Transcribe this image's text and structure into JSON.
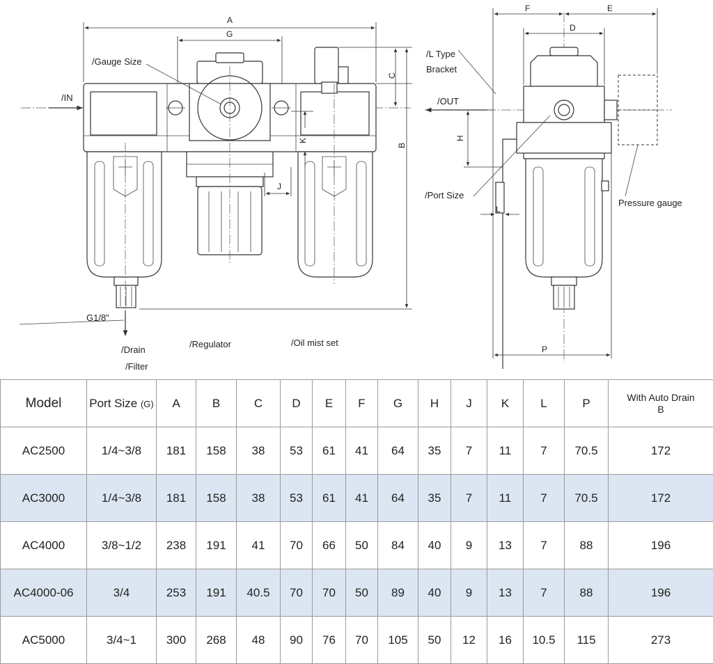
{
  "diagram": {
    "labels": {
      "gauge_size": "/Gauge Size",
      "in": "/IN",
      "out": "/OUT",
      "l_type_bracket_line1": "/L Type",
      "l_type_bracket_line2": "Bracket",
      "port_size": "/Port Size",
      "pressure_gauge": "Pressure gauge",
      "g18": "G1/8\"",
      "drain": "/Drain",
      "filter": "/Filter",
      "regulator": "/Regulator",
      "oil_mist_set": "/Oil mist set"
    },
    "dims": {
      "A": "A",
      "G": "G",
      "C": "C",
      "B": "B",
      "K": "K",
      "J": "J",
      "F": "F",
      "E": "E",
      "D": "D",
      "H": "H",
      "L": "L",
      "P": "P"
    }
  },
  "table": {
    "headers": {
      "model": "Model",
      "port_size": "Port Size",
      "port_size_unit": "(G)",
      "A": "A",
      "B": "B",
      "C": "C",
      "D": "D",
      "E": "E",
      "F": "F",
      "G": "G",
      "H": "H",
      "J": "J",
      "K": "K",
      "L": "L",
      "P": "P",
      "auto_drain_line1": "With Auto Drain",
      "auto_drain_line2": "B"
    },
    "rows": [
      {
        "model": "AC2500",
        "port": "1/4~3/8",
        "A": "181",
        "B": "158",
        "C": "38",
        "D": "53",
        "E": "61",
        "F": "41",
        "G": "64",
        "H": "35",
        "J": "7",
        "K": "11",
        "L": "7",
        "P": "70.5",
        "auto": "172"
      },
      {
        "model": "AC3000",
        "port": "1/4~3/8",
        "A": "181",
        "B": "158",
        "C": "38",
        "D": "53",
        "E": "61",
        "F": "41",
        "G": "64",
        "H": "35",
        "J": "7",
        "K": "11",
        "L": "7",
        "P": "70.5",
        "auto": "172"
      },
      {
        "model": "AC4000",
        "port": "3/8~1/2",
        "A": "238",
        "B": "191",
        "C": "41",
        "D": "70",
        "E": "66",
        "F": "50",
        "G": "84",
        "H": "40",
        "J": "9",
        "K": "13",
        "L": "7",
        "P": "88",
        "auto": "196"
      },
      {
        "model": "AC4000-06",
        "port": "3/4",
        "A": "253",
        "B": "191",
        "C": "40.5",
        "D": "70",
        "E": "70",
        "F": "50",
        "G": "89",
        "H": "40",
        "J": "9",
        "K": "13",
        "L": "7",
        "P": "88",
        "auto": "196"
      },
      {
        "model": "AC5000",
        "port": "3/4~1",
        "A": "300",
        "B": "268",
        "C": "48",
        "D": "90",
        "E": "76",
        "F": "70",
        "G": "105",
        "H": "50",
        "J": "12",
        "K": "16",
        "L": "10.5",
        "P": "115",
        "auto": "273"
      }
    ]
  }
}
